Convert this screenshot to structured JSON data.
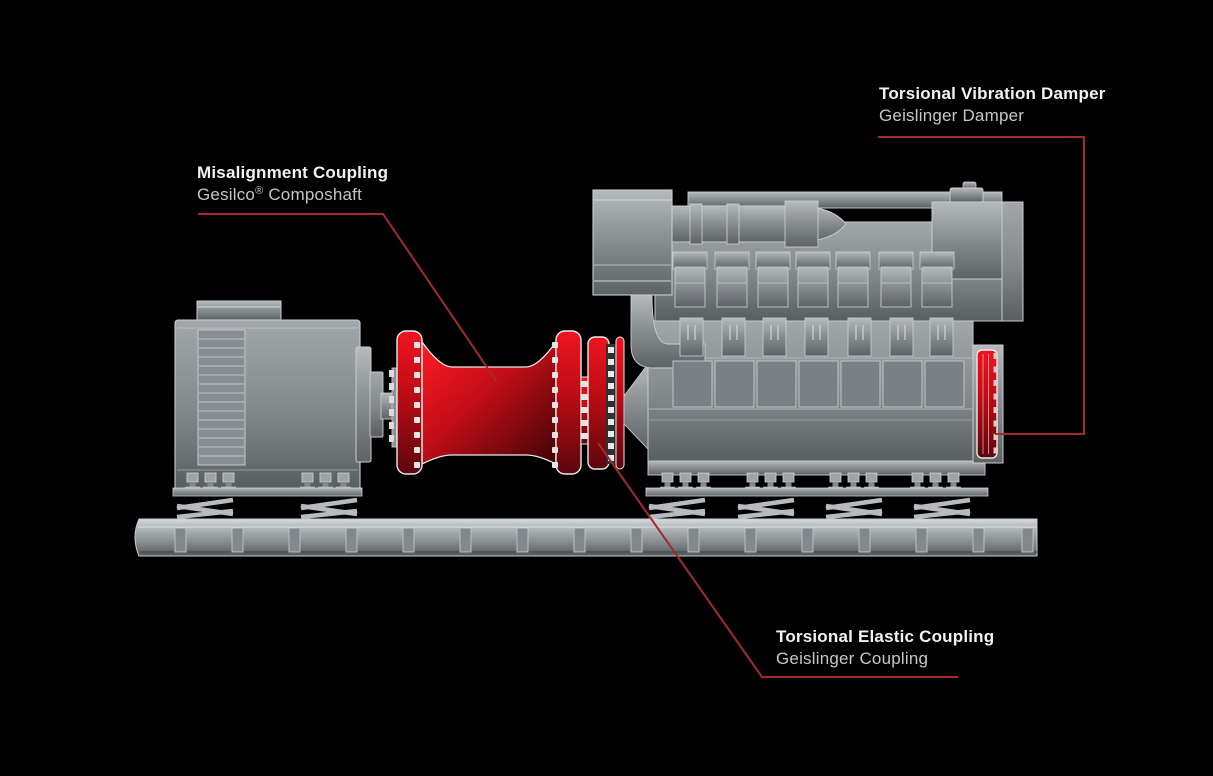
{
  "page": {
    "background": "#000000",
    "description_colors": {
      "machine_gray": "#8b9093",
      "rail_gray": "#9aa0a3",
      "coupling_red": "#c30d16",
      "damper_red": "#c8101a",
      "leader_line_red": "#a32a2e",
      "title_text": "#f1f2f2",
      "subtitle_text": "#c5c7c7"
    }
  },
  "callouts": {
    "damper": {
      "title": "Torsional Vibration Damper",
      "subtitle": "Geislinger Damper"
    },
    "misalignment": {
      "title": "Misalignment Coupling",
      "subtitle_brand": "Gesilco",
      "subtitle_reg": "®",
      "subtitle_rest": " Composhaft"
    },
    "elastic": {
      "title": "Torsional Elastic Coupling",
      "subtitle": "Geislinger Coupling"
    }
  }
}
